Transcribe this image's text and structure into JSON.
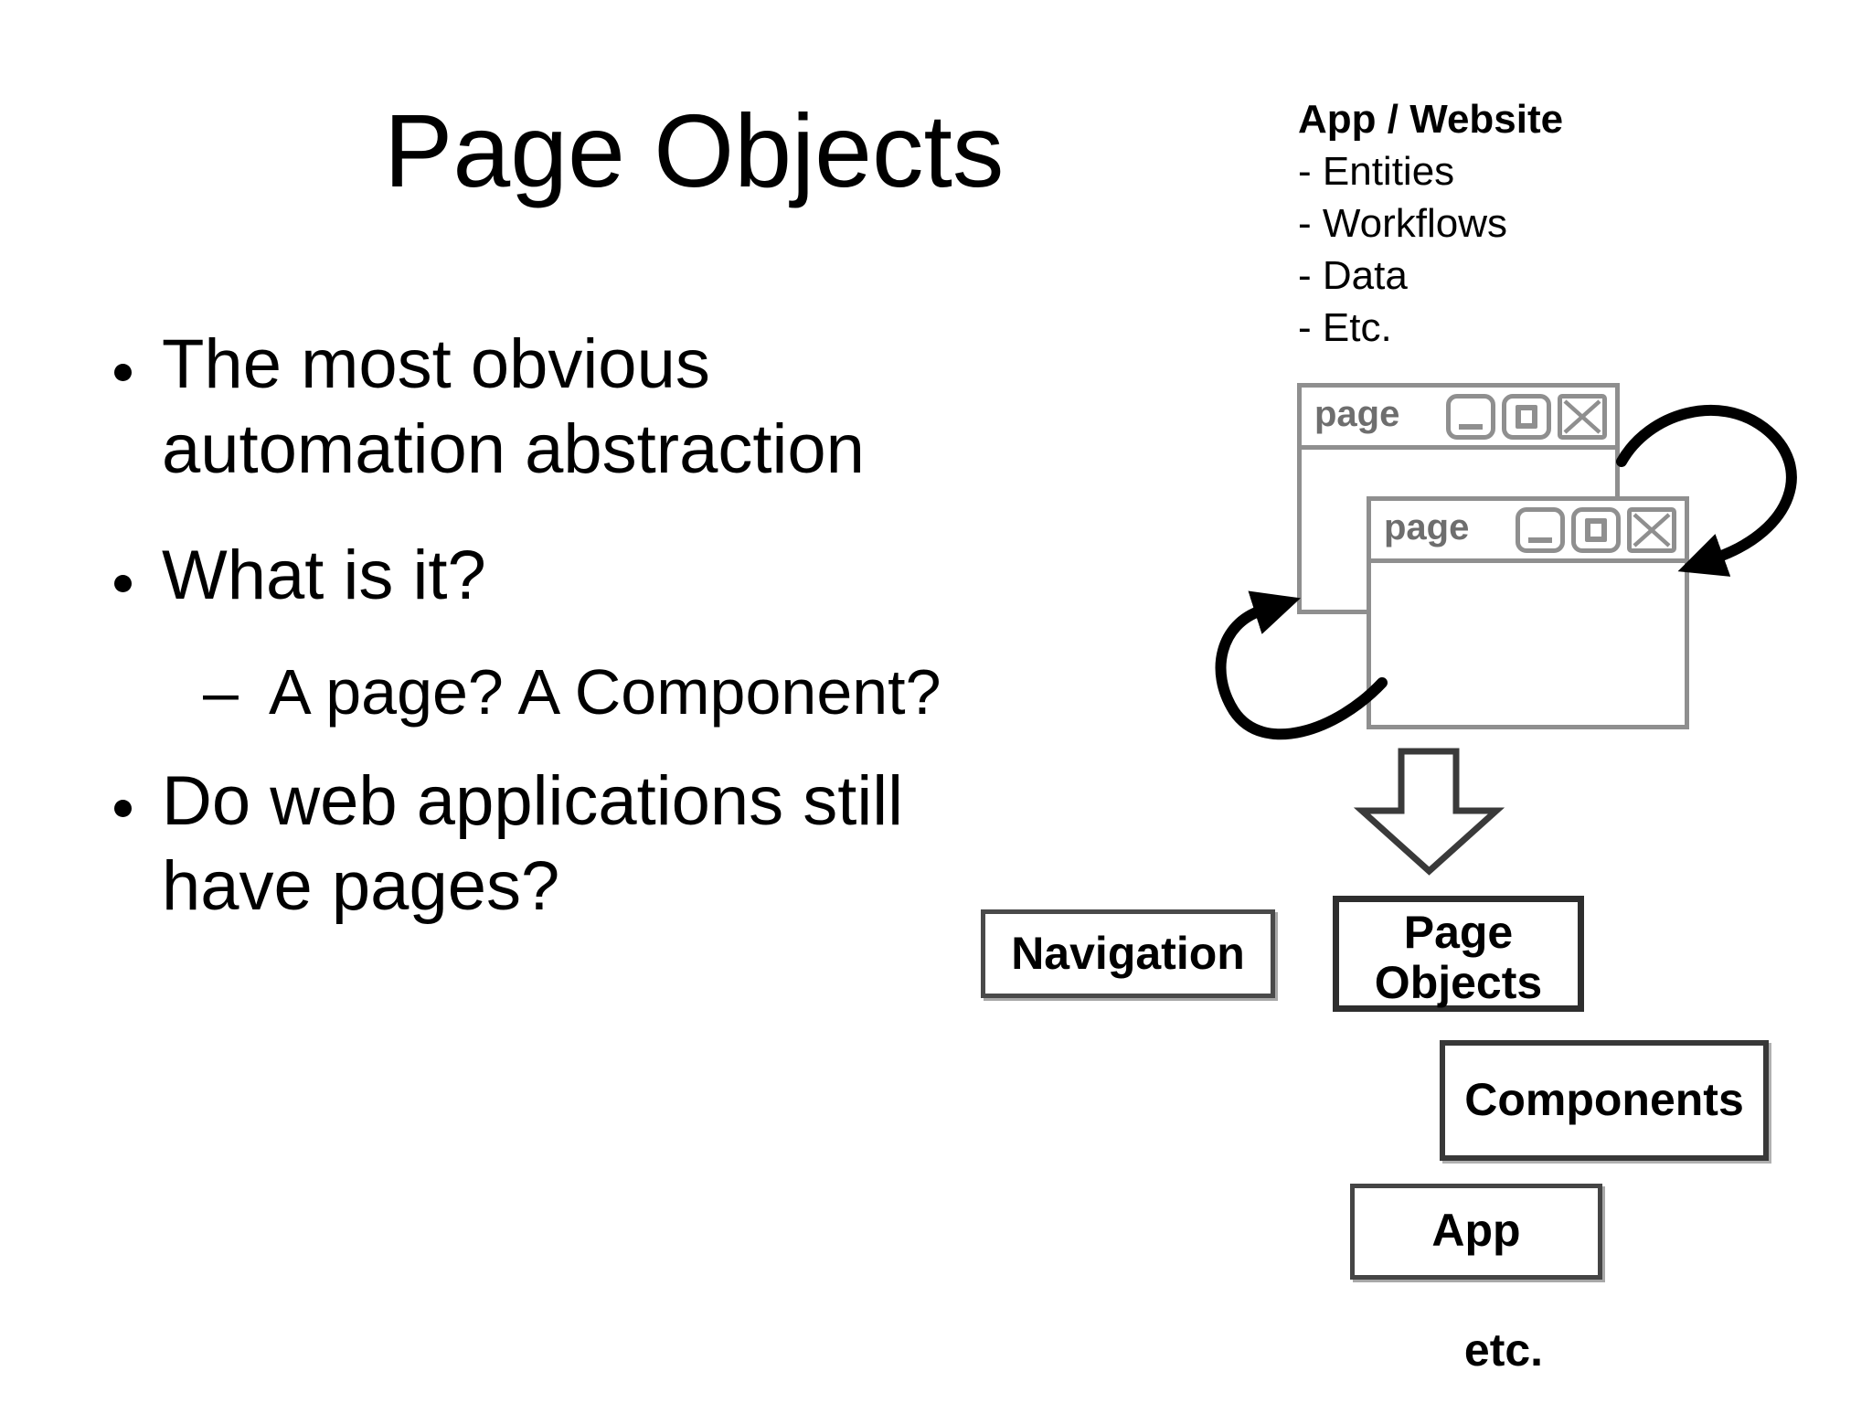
{
  "slide": {
    "title": "Page Objects",
    "bullets": [
      {
        "lines": [
          "The most obvious",
          "automation abstraction"
        ]
      },
      {
        "lines": [
          "What is it?",
          ""
        ]
      },
      {
        "lines": [
          "Do web applications still",
          "have pages?"
        ]
      }
    ],
    "sub_bullet": {
      "marker": "–",
      "text": "A page? A Component?"
    }
  },
  "diagram": {
    "app_website": {
      "title": "App / Website",
      "items": [
        "- Entities",
        "- Workflows",
        "- Data",
        "- Etc."
      ]
    },
    "windows": [
      {
        "title": "page"
      },
      {
        "title": "page"
      }
    ],
    "window_controls": [
      "minimize",
      "maximize",
      "close"
    ],
    "boxes": {
      "navigation": "Navigation",
      "page_objects_line1": "Page",
      "page_objects_line2": "Objects",
      "components": "Components",
      "app": "App",
      "etc": "etc."
    },
    "colors": {
      "background": "#ffffff",
      "text": "#000000",
      "window_border": "#8f8f8f",
      "window_title_text": "#6e6e6e",
      "box_border_dark": "#2e2e2e",
      "block_arrow_stroke": "#3a3a3a",
      "curved_arrow": "#000000"
    }
  }
}
